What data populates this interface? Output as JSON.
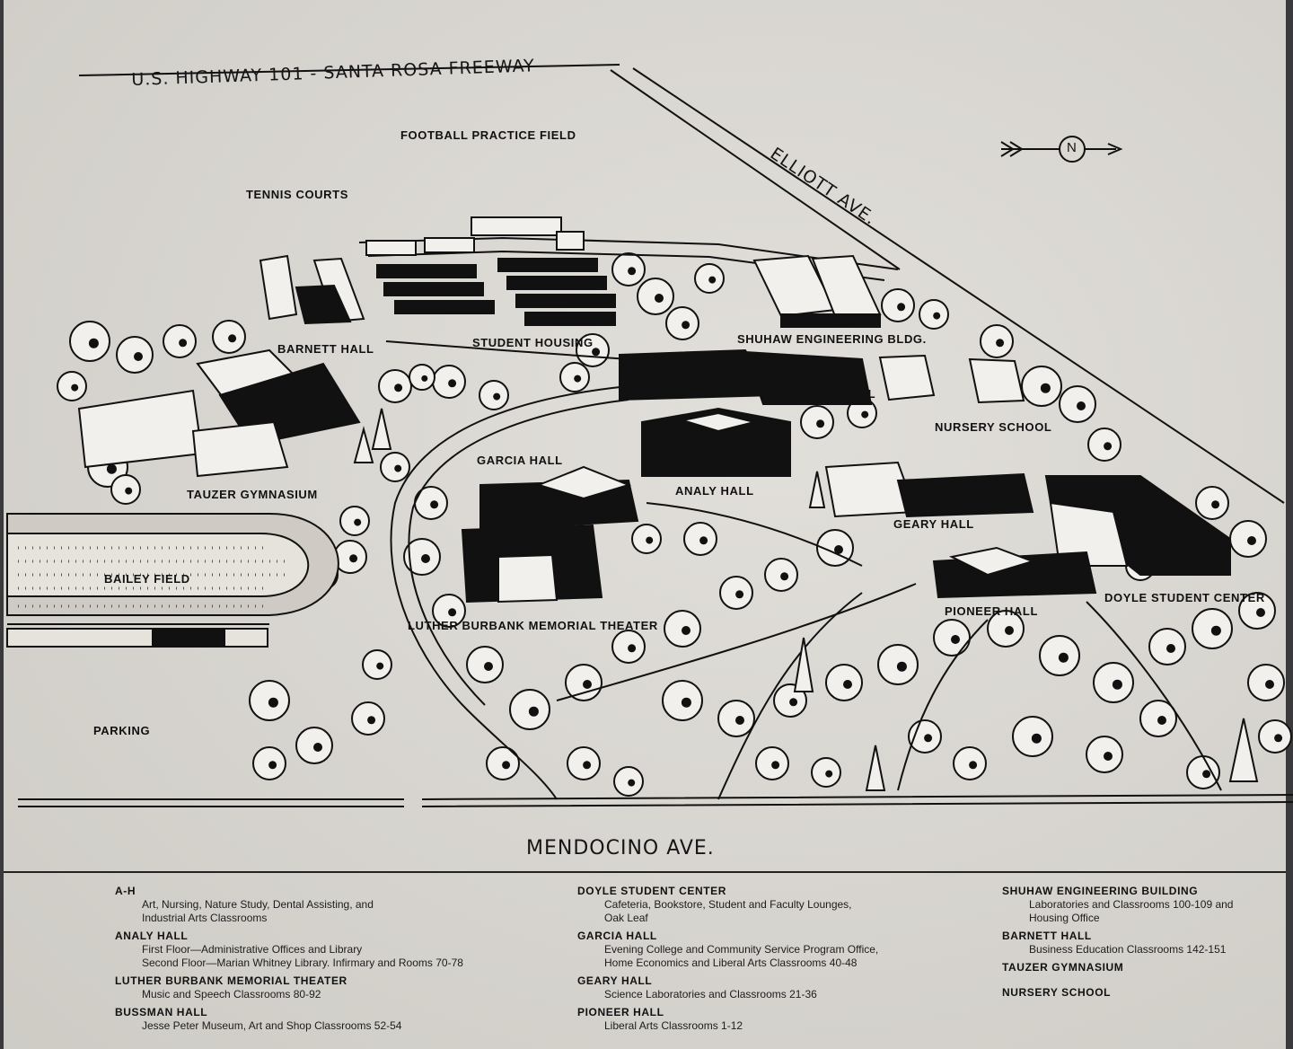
{
  "roads": {
    "highway": "U.S. HIGHWAY 101 - SANTA ROSA FREEWAY",
    "elliott": "ELLIOTT AVE.",
    "mendocino": "MENDOCINO AVE."
  },
  "compass": {
    "letter": "N"
  },
  "labels": {
    "football_practice_field": "FOOTBALL PRACTICE FIELD",
    "tennis_courts": "TENNIS COURTS",
    "barnett_hall": "BARNETT HALL",
    "student_housing": "STUDENT HOUSING",
    "shuhaw_engineering": "SHUHAW ENGINEERING BLDG.",
    "bussman_hall": "BUSSMAN HALL",
    "nursery_school": "NURSERY SCHOOL",
    "garcia_hall": "GARCIA HALL",
    "analy_hall": "ANALY HALL",
    "tauzer_gymnasium": "TAUZER GYMNASIUM",
    "geary_hall": "GEARY HALL",
    "bailey_field": "BAILEY FIELD",
    "doyle_student_center": "DOYLE STUDENT CENTER",
    "pioneer_hall": "PIONEER HALL",
    "luther_burbank_theater": "LUTHER BURBANK MEMORIAL THEATER",
    "parking": "PARKING"
  },
  "legend": {
    "col1": [
      {
        "title": "A-H",
        "lines": [
          "Art, Nursing, Nature Study, Dental Assisting, and",
          "Industrial Arts Classrooms"
        ]
      },
      {
        "title": "ANALY HALL",
        "lines": [
          "First Floor—Administrative Offices and Library",
          "Second Floor—Marian Whitney Library. Infirmary and Rooms 70-78"
        ]
      },
      {
        "title": "LUTHER BURBANK MEMORIAL THEATER",
        "lines": [
          "Music and Speech Classrooms 80-92"
        ]
      },
      {
        "title": "BUSSMAN HALL",
        "lines": [
          "Jesse Peter Museum, Art and Shop Classrooms 52-54"
        ]
      }
    ],
    "col2": [
      {
        "title": "DOYLE STUDENT CENTER",
        "lines": [
          "Cafeteria, Bookstore, Student and Faculty Lounges,",
          "Oak Leaf"
        ]
      },
      {
        "title": "GARCIA HALL",
        "lines": [
          "Evening College and Community Service Program Office,",
          "Home Economics and Liberal Arts Classrooms 40-48"
        ]
      },
      {
        "title": "GEARY HALL",
        "lines": [
          "Science Laboratories and Classrooms 21-36"
        ]
      },
      {
        "title": "PIONEER HALL",
        "lines": [
          "Liberal Arts Classrooms 1-12"
        ]
      }
    ],
    "col3": [
      {
        "title": "SHUHAW ENGINEERING BUILDING",
        "lines": [
          "Laboratories and Classrooms 100-109 and",
          "Housing Office"
        ]
      },
      {
        "title": "BARNETT HALL",
        "lines": [
          "Business Education Classrooms 142-151"
        ]
      },
      {
        "title": "TAUZER GYMNASIUM",
        "lines": []
      },
      {
        "title": "NURSERY SCHOOL",
        "lines": []
      }
    ]
  }
}
